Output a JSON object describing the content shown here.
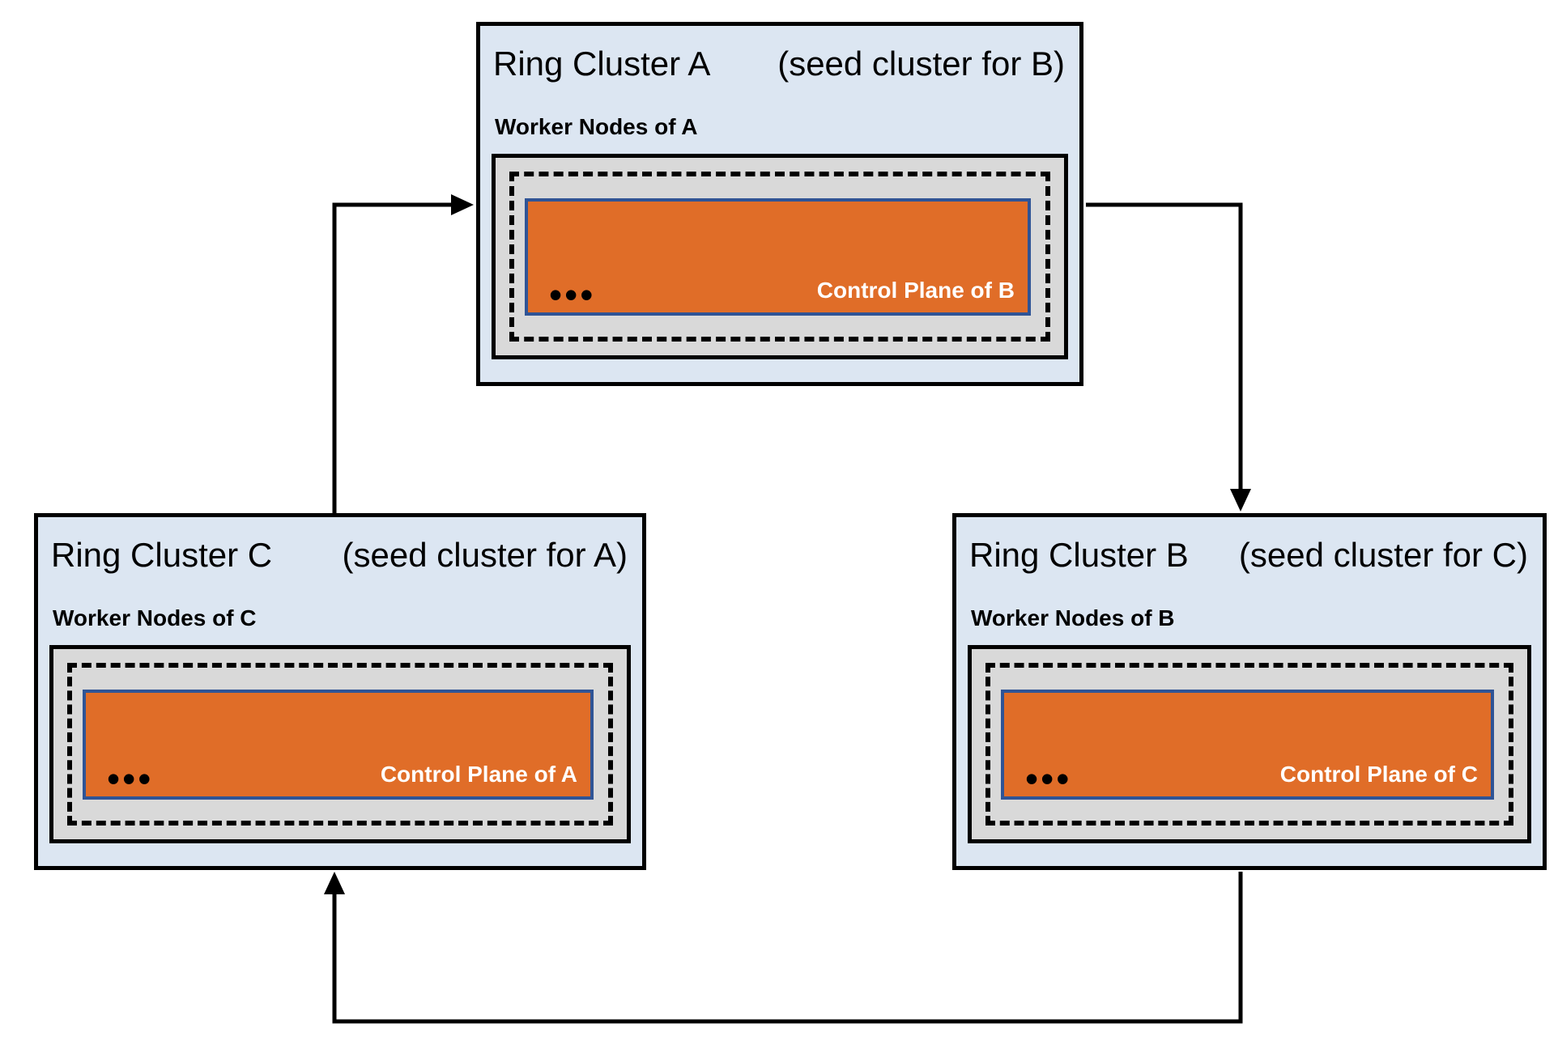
{
  "diagram": {
    "clusters": [
      {
        "id": "A",
        "title": "Ring Cluster A",
        "subtitle": "(seed cluster for B)",
        "worker_label": "Worker Nodes of A",
        "ellipsis": "•••",
        "control_plane_label": "Control Plane of B"
      },
      {
        "id": "B",
        "title": "Ring Cluster B",
        "subtitle": "(seed cluster for C)",
        "worker_label": "Worker Nodes of B",
        "ellipsis": "•••",
        "control_plane_label": "Control Plane of C"
      },
      {
        "id": "C",
        "title": "Ring Cluster C",
        "subtitle": "(seed cluster for A)",
        "worker_label": "Worker Nodes of C",
        "ellipsis": "•••",
        "control_plane_label": "Control Plane of A"
      }
    ],
    "arrows": [
      {
        "from": "C",
        "to": "A"
      },
      {
        "from": "A",
        "to": "B"
      },
      {
        "from": "B",
        "to": "C"
      }
    ],
    "colors": {
      "cluster_bg": "#dce6f2",
      "worker_box_bg": "#d9d9d9",
      "control_plane_bg": "#e06d28",
      "control_plane_border": "#2f5496",
      "outline": "#000000"
    }
  }
}
